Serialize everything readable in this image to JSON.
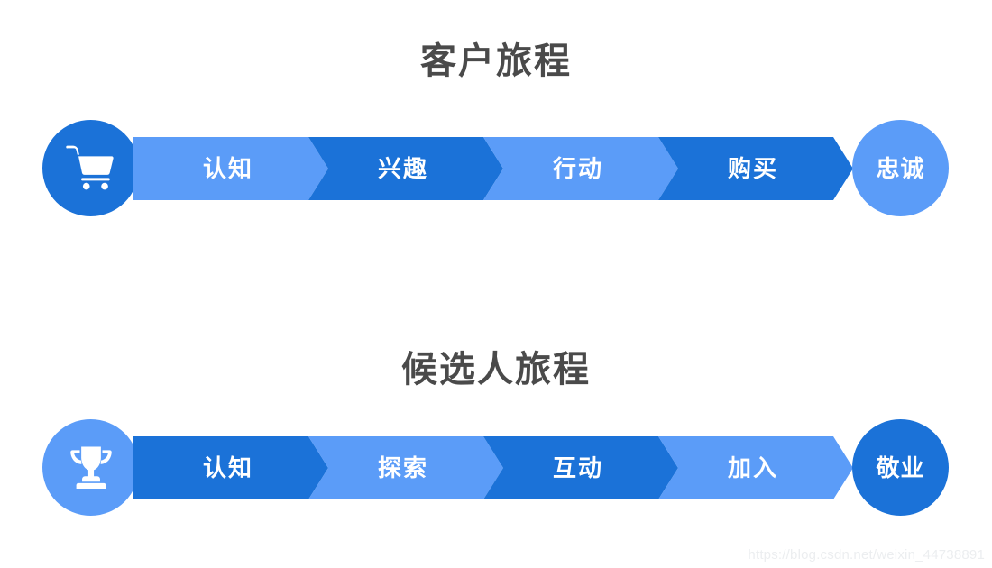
{
  "background": "#ffffff",
  "colors": {
    "dark_blue": "#1b72d8",
    "light_blue": "#5b9cf8",
    "title_gray": "#4a4a4a",
    "label_white": "#ffffff",
    "watermark_gray": "#eceef0"
  },
  "sections": [
    {
      "id": "customer-journey",
      "title": "客户旅程",
      "start_circle": {
        "icon": "shopping-cart-icon",
        "color": "#1b72d8"
      },
      "stages": [
        {
          "label": "认知",
          "color": "#5b9cf8"
        },
        {
          "label": "兴趣",
          "color": "#1b72d8"
        },
        {
          "label": "行动",
          "color": "#5b9cf8"
        },
        {
          "label": "购买",
          "color": "#1b72d8"
        }
      ],
      "end_circle": {
        "label": "忠诚",
        "color": "#5b9cf8"
      }
    },
    {
      "id": "candidate-journey",
      "title": "候选人旅程",
      "start_circle": {
        "icon": "trophy-icon",
        "color": "#5b9cf8"
      },
      "stages": [
        {
          "label": "认知",
          "color": "#1b72d8"
        },
        {
          "label": "探索",
          "color": "#5b9cf8"
        },
        {
          "label": "互动",
          "color": "#1b72d8"
        },
        {
          "label": "加入",
          "color": "#5b9cf8"
        }
      ],
      "end_circle": {
        "label": "敬业",
        "color": "#1b72d8"
      }
    }
  ],
  "watermark": "https://blog.csdn.net/weixin_44738891"
}
